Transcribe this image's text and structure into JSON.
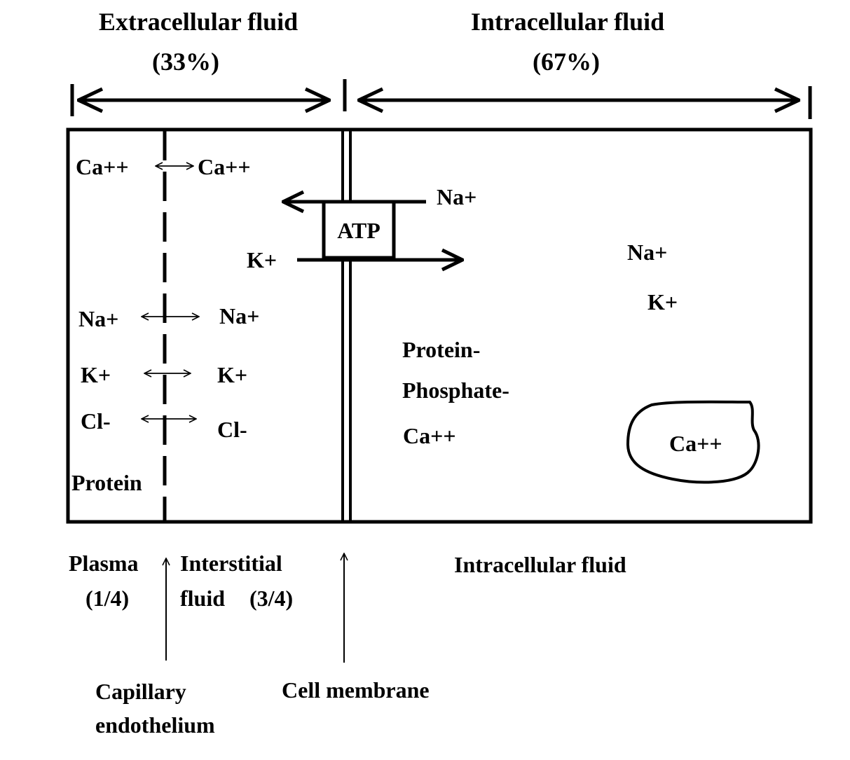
{
  "header": {
    "extracellular_title": "Extracellular fluid",
    "extracellular_percent": "(33%)",
    "intracellular_title": "Intracellular fluid",
    "intracellular_percent": "(67%)"
  },
  "extracellular": {
    "plasma_ions": {
      "ca": "Ca++",
      "na": "Na+",
      "k": "K+",
      "cl": "Cl-",
      "protein": "Protein"
    },
    "interstitial_ions": {
      "ca": "Ca++",
      "na": "Na+",
      "k": "K+",
      "cl": "Cl-"
    }
  },
  "pump": {
    "na_out": "Na+",
    "atp": "ATP",
    "k_in": "K+"
  },
  "intracellular": {
    "na": "Na+",
    "k": "K+",
    "protein": "Protein-",
    "phosphate": "Phosphate-",
    "ca": "Ca++",
    "organelle_ca": "Ca++"
  },
  "footer": {
    "plasma": "Plasma",
    "plasma_fraction": "(1/4)",
    "interstitial": "Interstitial",
    "interstitial_fluid": "fluid",
    "interstitial_fraction": "(3/4)",
    "intracellular_fluid": "Intracellular fluid",
    "capillary_line1": "Capillary",
    "capillary_line2": "endothelium",
    "cell_membrane": "Cell membrane"
  }
}
